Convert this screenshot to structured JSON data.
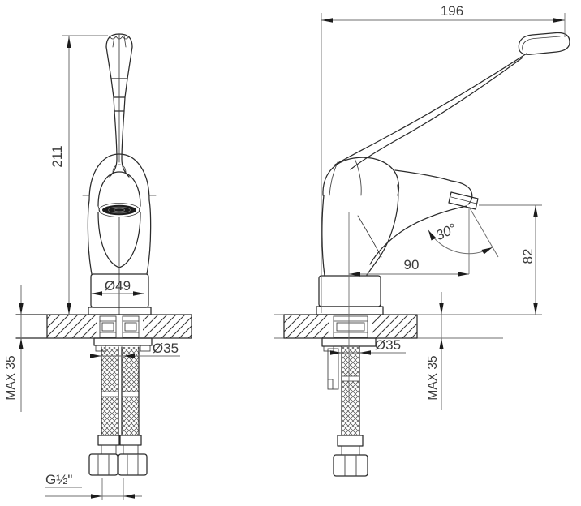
{
  "drawing": {
    "subject": "single-lever elbow-handle basin faucet, dimensional drawing, front and side views",
    "background_color": "#ffffff",
    "line_color": "#2b2b2b",
    "dimension_line_color": "#6f6f6f",
    "dimensions": {
      "overall_height": "211",
      "lever_length": "196",
      "base_diameter": "Ø49",
      "shank_diameter_front": "Ø35",
      "shank_diameter_side": "Ø35",
      "deck_thickness_front": "MAX 35",
      "deck_thickness_side": "MAX 35",
      "spout_reach": "90",
      "spout_height": "82",
      "spout_swivel_angle": "30°",
      "connection_thread": "G½\""
    }
  }
}
